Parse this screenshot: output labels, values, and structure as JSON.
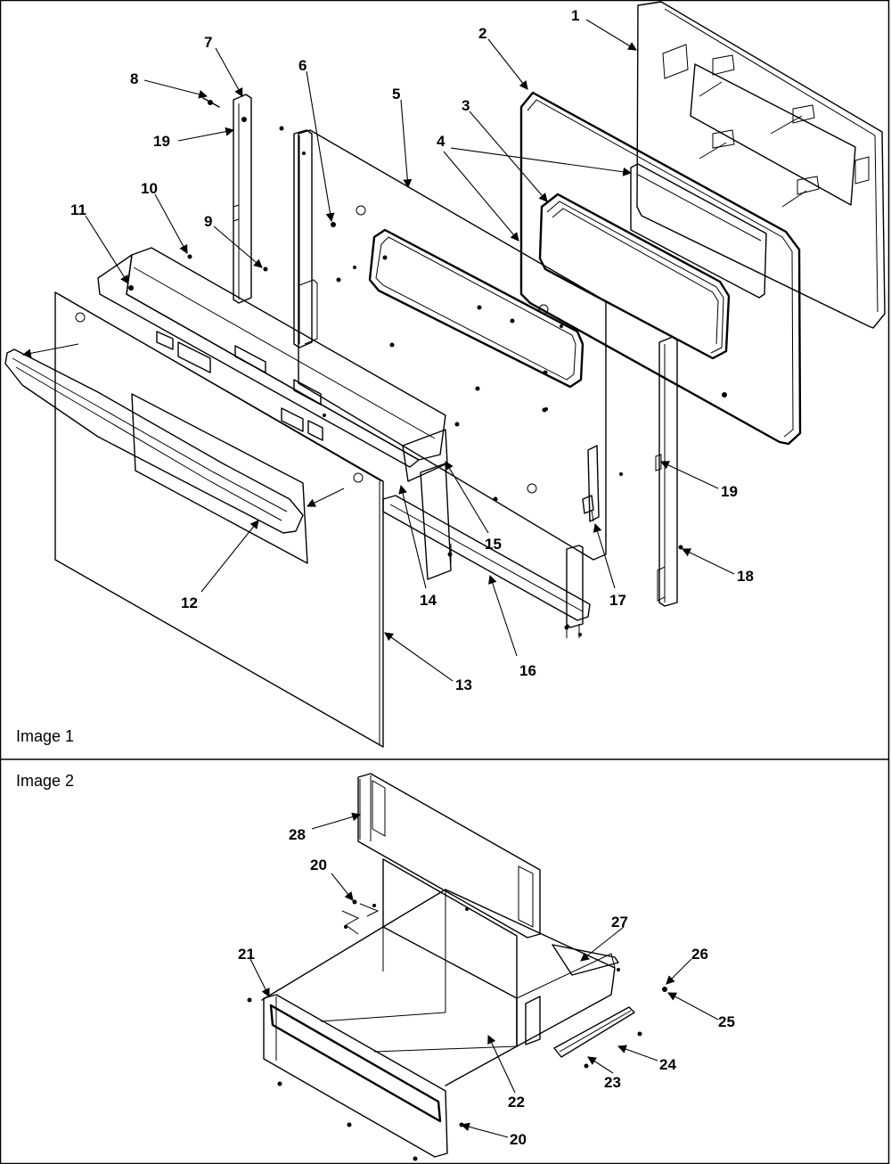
{
  "figures": [
    {
      "caption": "Image 1",
      "callouts": [
        "1",
        "2",
        "3",
        "4",
        "5",
        "6",
        "7",
        "8",
        "9",
        "10",
        "11",
        "12",
        "13",
        "14",
        "15",
        "16",
        "17",
        "18",
        "19",
        "19"
      ]
    },
    {
      "caption": "Image 2",
      "callouts": [
        "20",
        "20",
        "21",
        "22",
        "23",
        "24",
        "25",
        "26",
        "27",
        "28"
      ]
    }
  ]
}
